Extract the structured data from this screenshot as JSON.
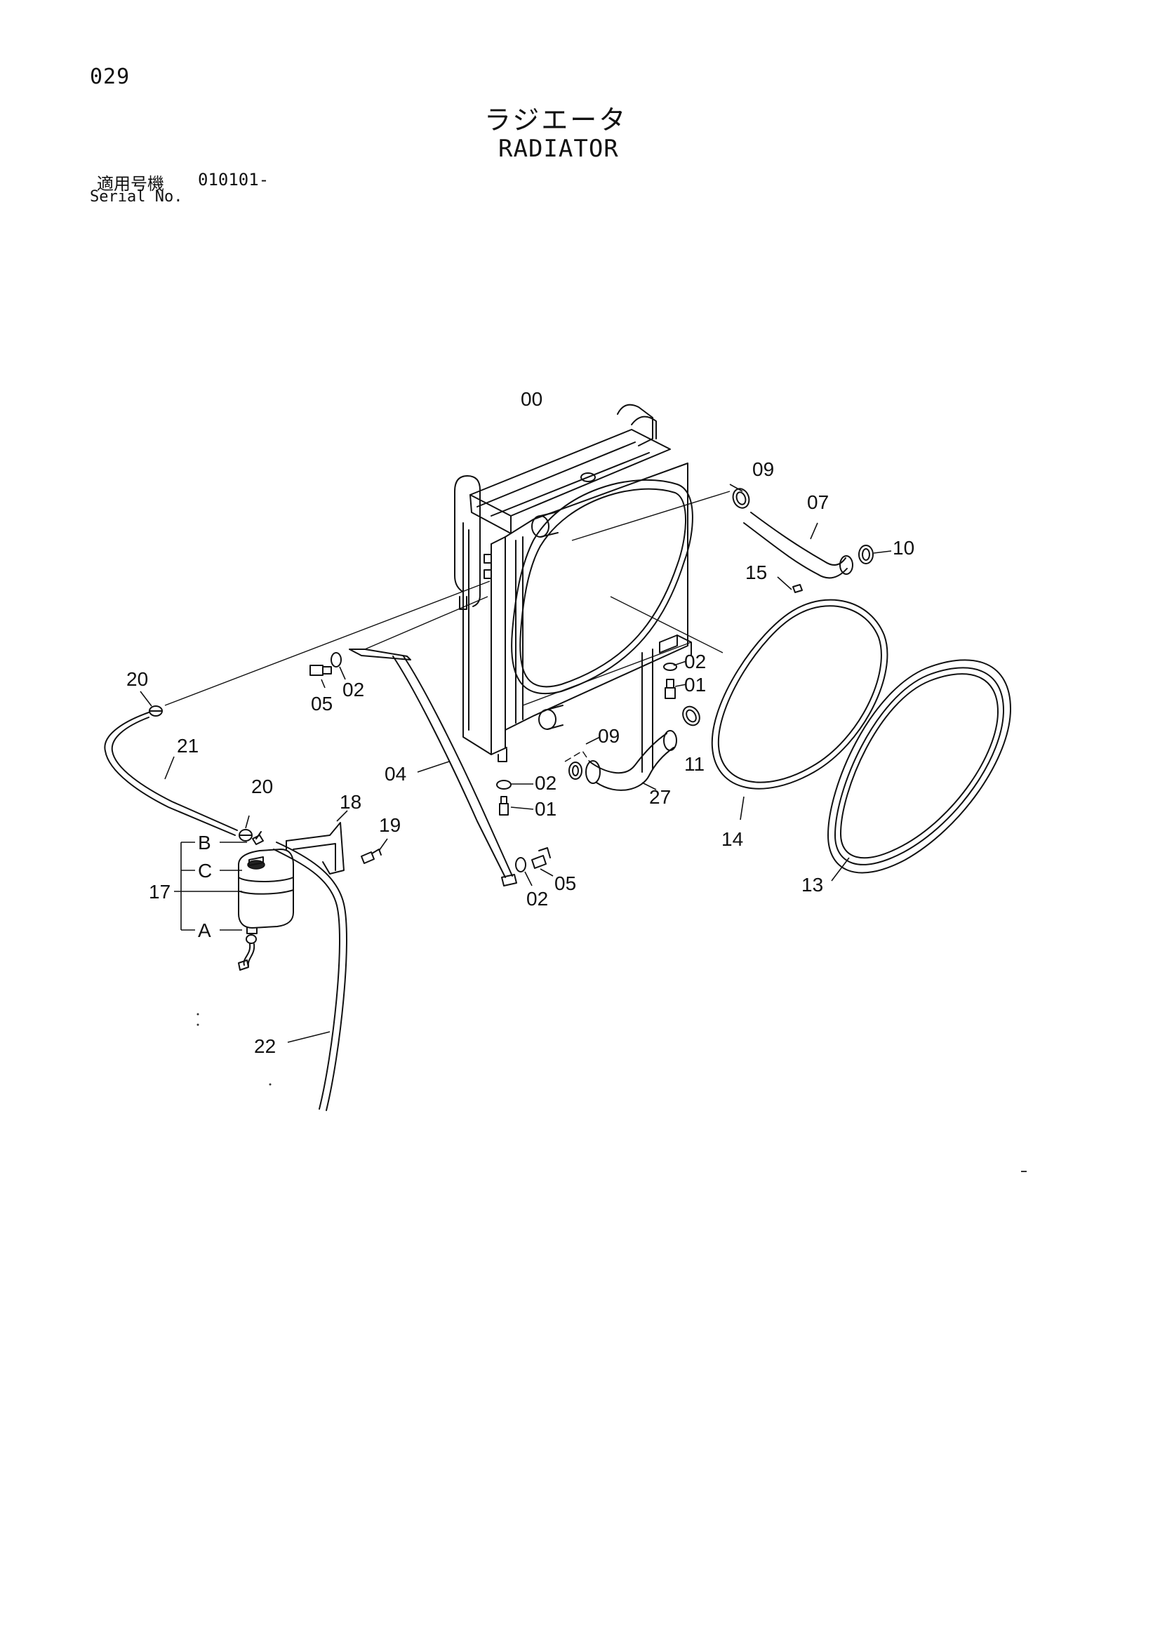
{
  "header": {
    "page_number": "029",
    "title_jp": "ラジエータ",
    "title_en": "RADIATOR",
    "serial_label_jp": "適用号機",
    "serial_value": "010101-",
    "serial_label_en": "Serial No."
  },
  "callouts": {
    "c00": "00",
    "c09_top": "09",
    "c07": "07",
    "c10": "10",
    "c15": "15",
    "c02_right": "02",
    "c01_right": "01",
    "c09_mid": "09",
    "c11": "11",
    "c27": "27",
    "c14": "14",
    "c13": "13",
    "c20_left": "20",
    "c21": "21",
    "c05_left": "05",
    "c02_left": "02",
    "c04": "04",
    "c02_low": "02",
    "c01_low": "01",
    "c05_low": "05",
    "c02_bottom": "02",
    "c20_mid": "20",
    "c18": "18",
    "c19": "19",
    "c17": "17",
    "cB": "B",
    "cC": "C",
    "cA": "A",
    "c22": "22"
  }
}
